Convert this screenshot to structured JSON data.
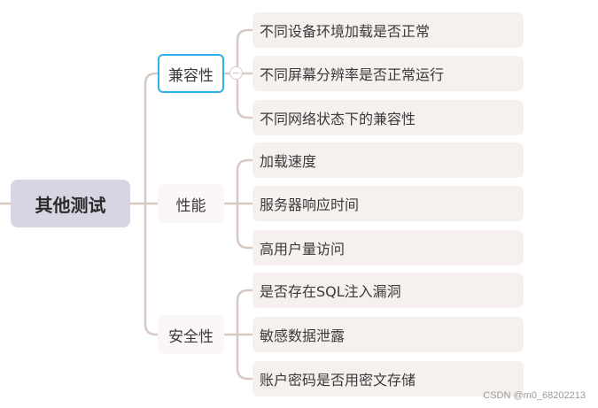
{
  "root": {
    "label": "其他测试"
  },
  "categories": [
    {
      "label": "兼容性",
      "selected": true,
      "items": [
        "不同设备环境加载是否正常",
        "不同屏幕分辨率是否正常运行",
        "不同网络状态下的兼容性"
      ]
    },
    {
      "label": "性能",
      "items": [
        "加载速度",
        "服务器响应时间",
        "高用户量访问"
      ]
    },
    {
      "label": "安全性",
      "items": [
        "是否存在SQL注入漏洞",
        "敏感数据泄露",
        "账户密码是否用密文存储"
      ]
    }
  ],
  "watermark": "CSDN @m0_68202213",
  "colors": {
    "root_fill": "#d8d5e3",
    "leaf_fill": "#f6f0ef",
    "connector": "#d7c9c4",
    "selection": "#2fb2ea"
  }
}
